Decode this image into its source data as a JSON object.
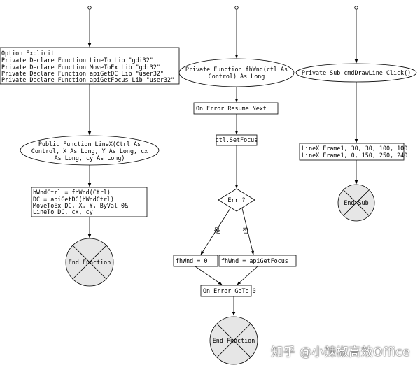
{
  "col1": {
    "declarations": [
      "Option Explicit",
      "Private Declare Function LineTo Lib \"gdi32\"",
      "Private Declare Function MoveToEx Lib \"gdi32\"",
      "Private Declare Function apiGetDC Lib \"user32\"",
      "Private Declare Function apiGetFocus Lib \"user32\""
    ],
    "function_header": [
      "Public Function LineX(Ctrl As",
      "Control, X As Long, Y As Long, cx",
      "As Long, cy As Long)"
    ],
    "body": [
      "hWndCtrl = fhWnd(Ctrl)",
      "DC = apiGetDC(hWndCtrl)",
      "MoveToEx DC, X, Y, ByVal 0&",
      "LineTo DC, cx, cy"
    ],
    "end_label": "End Function"
  },
  "col2": {
    "function_header": [
      "Private Function fhWnd(ctl As",
      "Control) As Long"
    ],
    "on_error": "On Error Resume Next",
    "set_focus": "ctl.SetFocus",
    "decision": "Err ?",
    "yes_label": "是",
    "no_label": "否",
    "yes_box": "fhWnd = 0",
    "no_box": "fhWnd = apiGetFocus",
    "on_error_goto": "On Error GoTo 0",
    "end_label": "End Function"
  },
  "col3": {
    "sub_header": "Private Sub cmdDrawLine_Click()",
    "calls": [
      "LineX Frame1, 30, 30, 100, 100",
      "LineX Frame1, 0, 150, 250, 240"
    ],
    "end_label": "End Sub"
  },
  "watermark": "知乎 @小辣椒高效Office"
}
